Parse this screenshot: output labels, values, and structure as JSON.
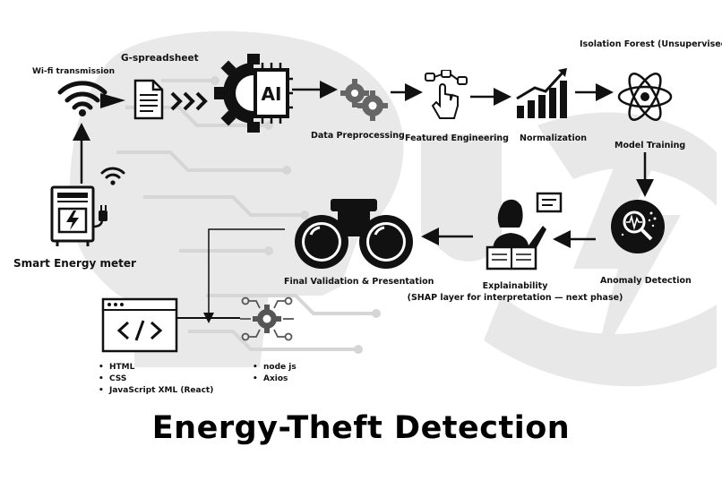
{
  "title": "Energy-Theft Detection",
  "nodes": {
    "wifi": "Wi-fi transmission",
    "gsheet": "G-spreadsheet",
    "isolation_forest": "Isolation Forest (Unsupervised)",
    "data_preprocessing": "Data Preprocessing",
    "feature_engineering": "Featured Engineering",
    "normalization": "Normalization",
    "model_training": "Model Training",
    "smart_meter": "Smart Energy meter",
    "anomaly_detection": "Anomaly Detection",
    "explainability": "Explainability",
    "explainability_note": "(SHAP layer for interpretation — next phase)",
    "final_validation": "Final Validation & Presentation",
    "ai_chip": "AI"
  },
  "stack_left": [
    "HTML",
    "CSS",
    "JavaScript XML (React)"
  ],
  "stack_right": [
    "node js",
    "Axios"
  ],
  "colors": {
    "ink": "#111111",
    "watermark": "#e6e6e6"
  },
  "icons": [
    "wifi-icon",
    "document-icon",
    "triple-chevron-icon",
    "ai-gear-icon",
    "gears-icon",
    "pointer-icon",
    "bar-trend-icon",
    "atom-icon",
    "magnifier-icon",
    "presenter-icon",
    "binoculars-icon",
    "code-window-icon",
    "cog-circuit-icon",
    "smart-meter-icon",
    "small-wifi-icon"
  ]
}
